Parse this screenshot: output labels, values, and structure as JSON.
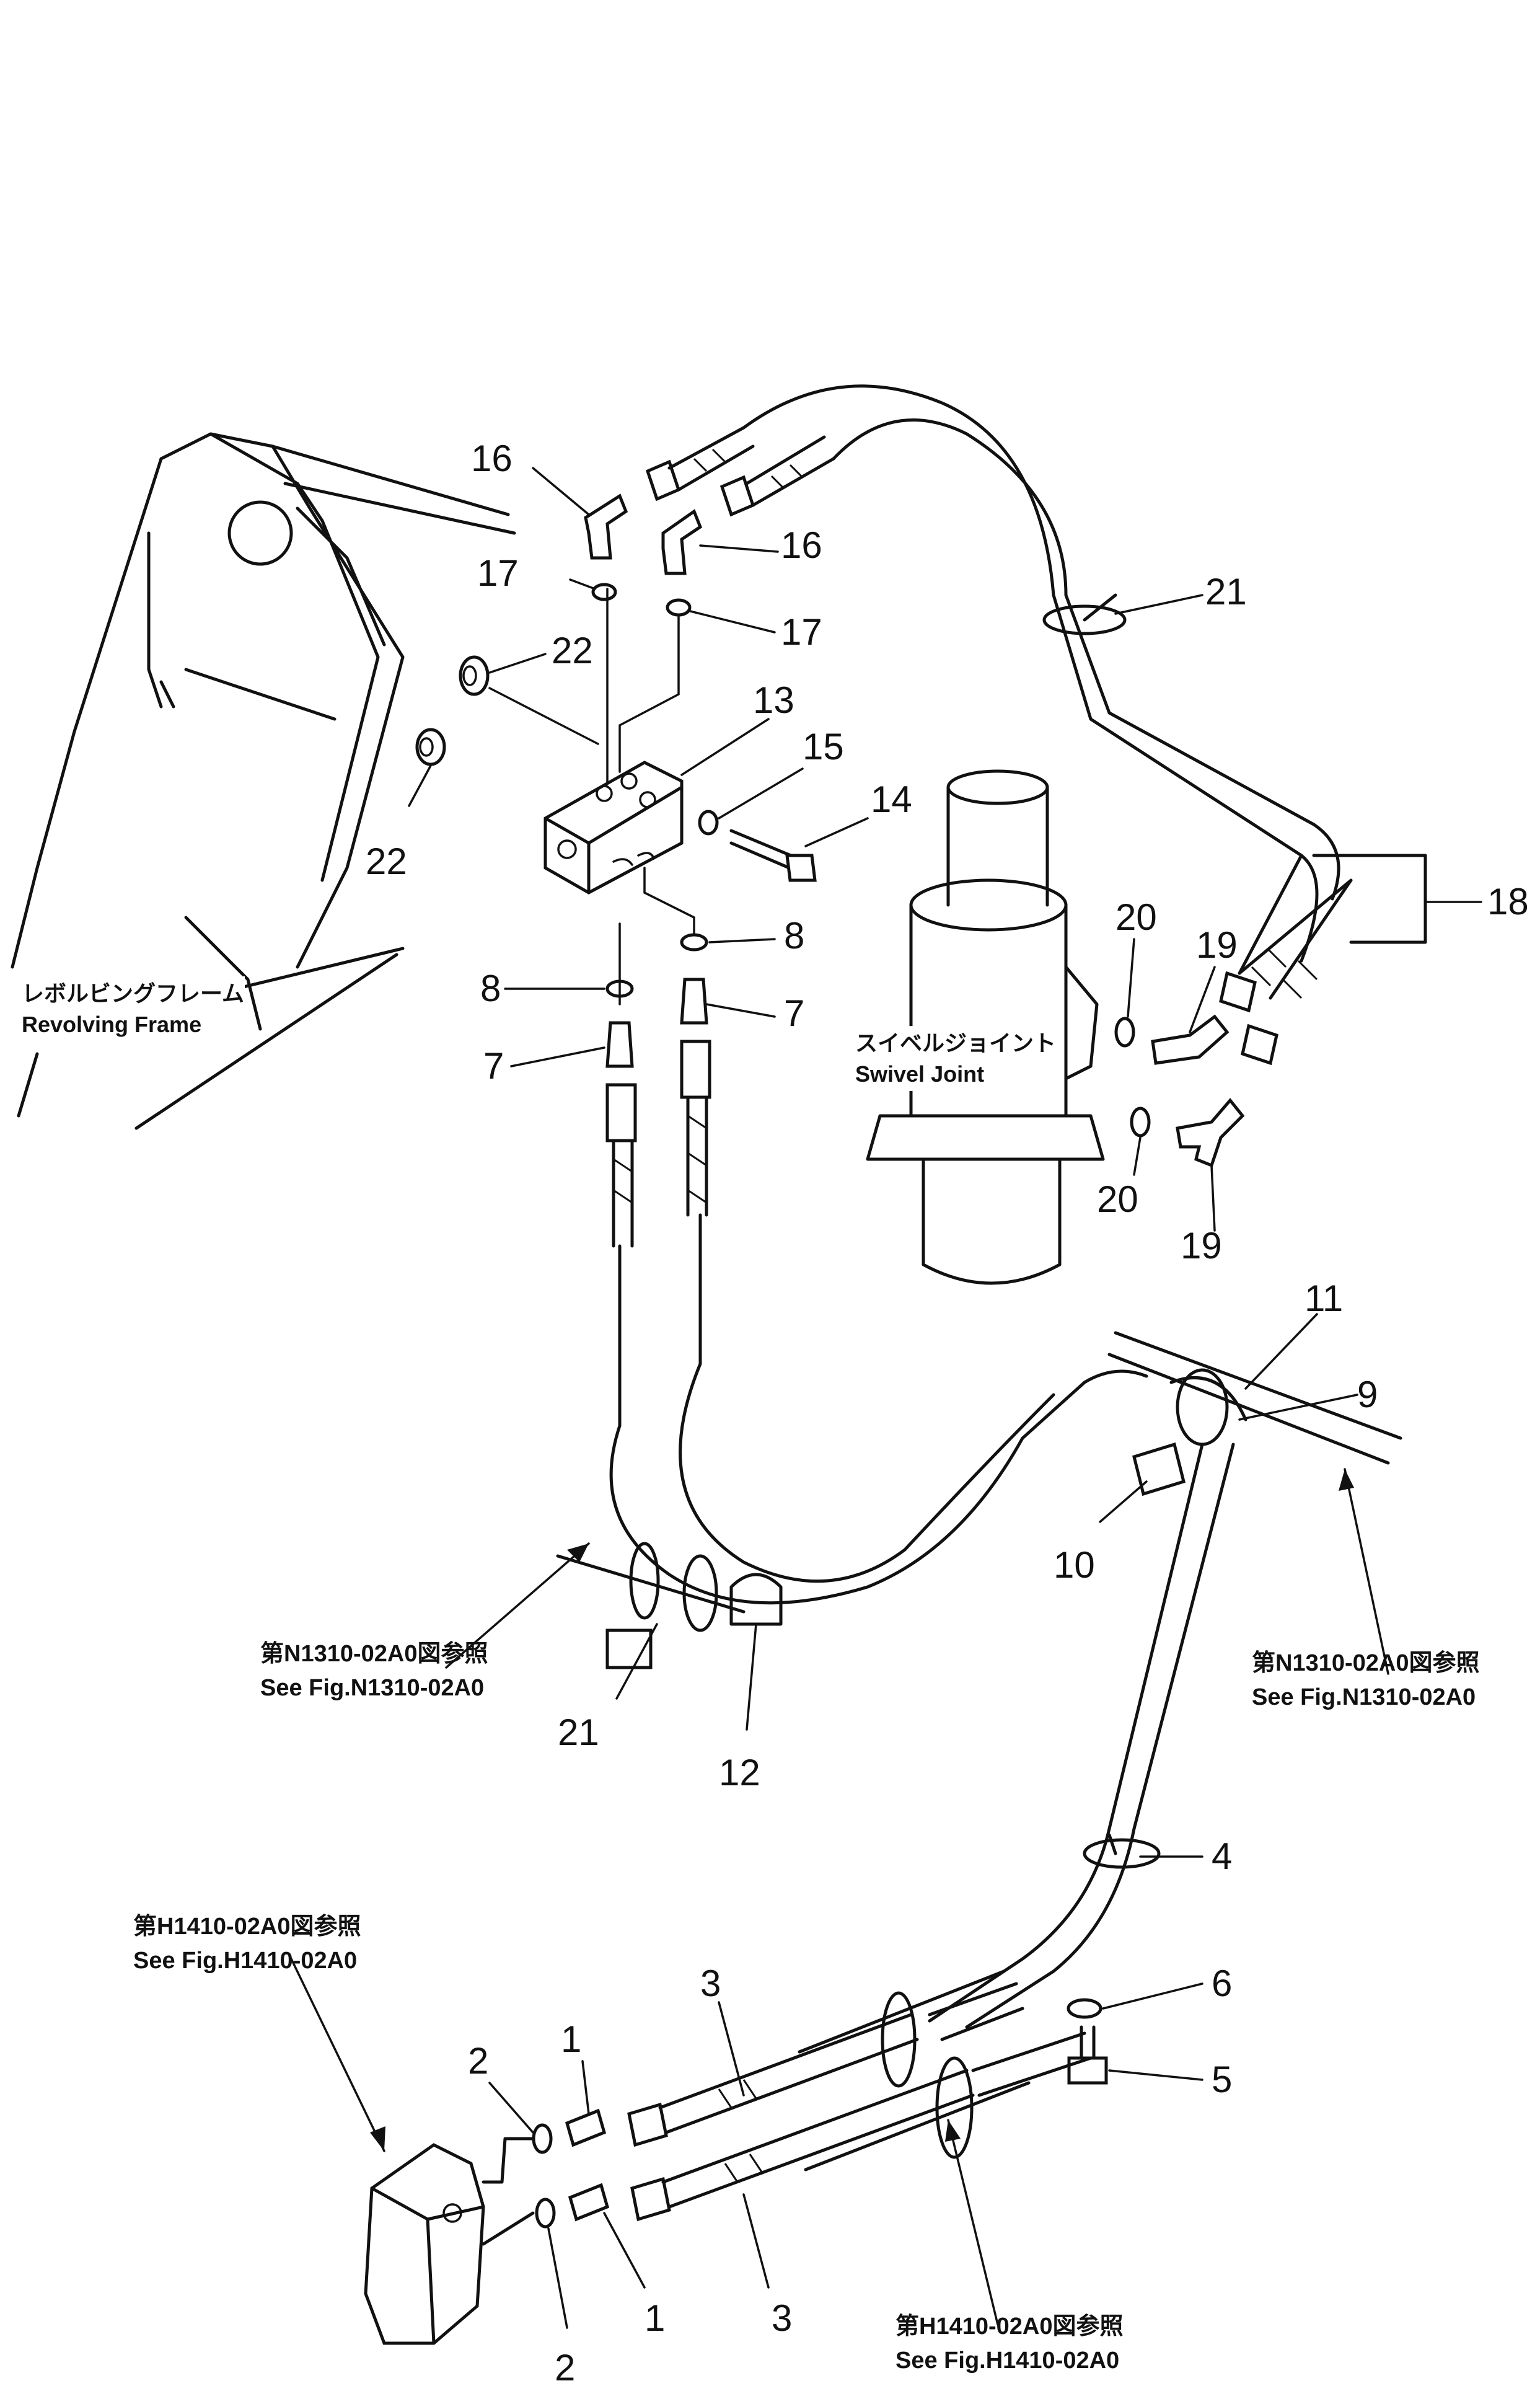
{
  "callouts": [
    {
      "id": "c16a",
      "text": "16"
    },
    {
      "id": "c16b",
      "text": "16"
    },
    {
      "id": "c17a",
      "text": "17"
    },
    {
      "id": "c17b",
      "text": "17"
    },
    {
      "id": "c22a",
      "text": "22"
    },
    {
      "id": "c22b",
      "text": "22"
    },
    {
      "id": "c21a",
      "text": "21"
    },
    {
      "id": "c13",
      "text": "13"
    },
    {
      "id": "c15",
      "text": "15"
    },
    {
      "id": "c14",
      "text": "14"
    },
    {
      "id": "c18",
      "text": "18"
    },
    {
      "id": "c20a",
      "text": "20"
    },
    {
      "id": "c19a",
      "text": "19"
    },
    {
      "id": "c20b",
      "text": "20"
    },
    {
      "id": "c19b",
      "text": "19"
    },
    {
      "id": "c8a",
      "text": "8"
    },
    {
      "id": "c8b",
      "text": "8"
    },
    {
      "id": "c7a",
      "text": "7"
    },
    {
      "id": "c7b",
      "text": "7"
    },
    {
      "id": "c11",
      "text": "11"
    },
    {
      "id": "c9",
      "text": "9"
    },
    {
      "id": "c10",
      "text": "10"
    },
    {
      "id": "c21b",
      "text": "21"
    },
    {
      "id": "c12",
      "text": "12"
    },
    {
      "id": "c4",
      "text": "4"
    },
    {
      "id": "c6",
      "text": "6"
    },
    {
      "id": "c5",
      "text": "5"
    },
    {
      "id": "c3a",
      "text": "3"
    },
    {
      "id": "c3b",
      "text": "3"
    },
    {
      "id": "c1a",
      "text": "1"
    },
    {
      "id": "c1b",
      "text": "1"
    },
    {
      "id": "c2a",
      "text": "2"
    },
    {
      "id": "c2b",
      "text": "2"
    }
  ],
  "labels": {
    "revolving_frame_jp": "レボルビングフレーム",
    "revolving_frame_en": "Revolving  Frame",
    "swivel_joint_jp": "スイベルジョイント",
    "swivel_joint_en": "Swivel  Joint"
  },
  "references": {
    "n1310_left_jp": "第N1310-02A0図参照",
    "n1310_left_en": "See Fig.N1310-02A0",
    "n1310_right_jp": "第N1310-02A0図参照",
    "n1310_right_en": "See Fig.N1310-02A0",
    "h1410_left_jp": "第H1410-02A0図参照",
    "h1410_left_en": "See Fig.H1410-02A0",
    "h1410_bottom_jp": "第H1410-02A0図参照",
    "h1410_bottom_en": "See Fig.H1410-02A0"
  }
}
